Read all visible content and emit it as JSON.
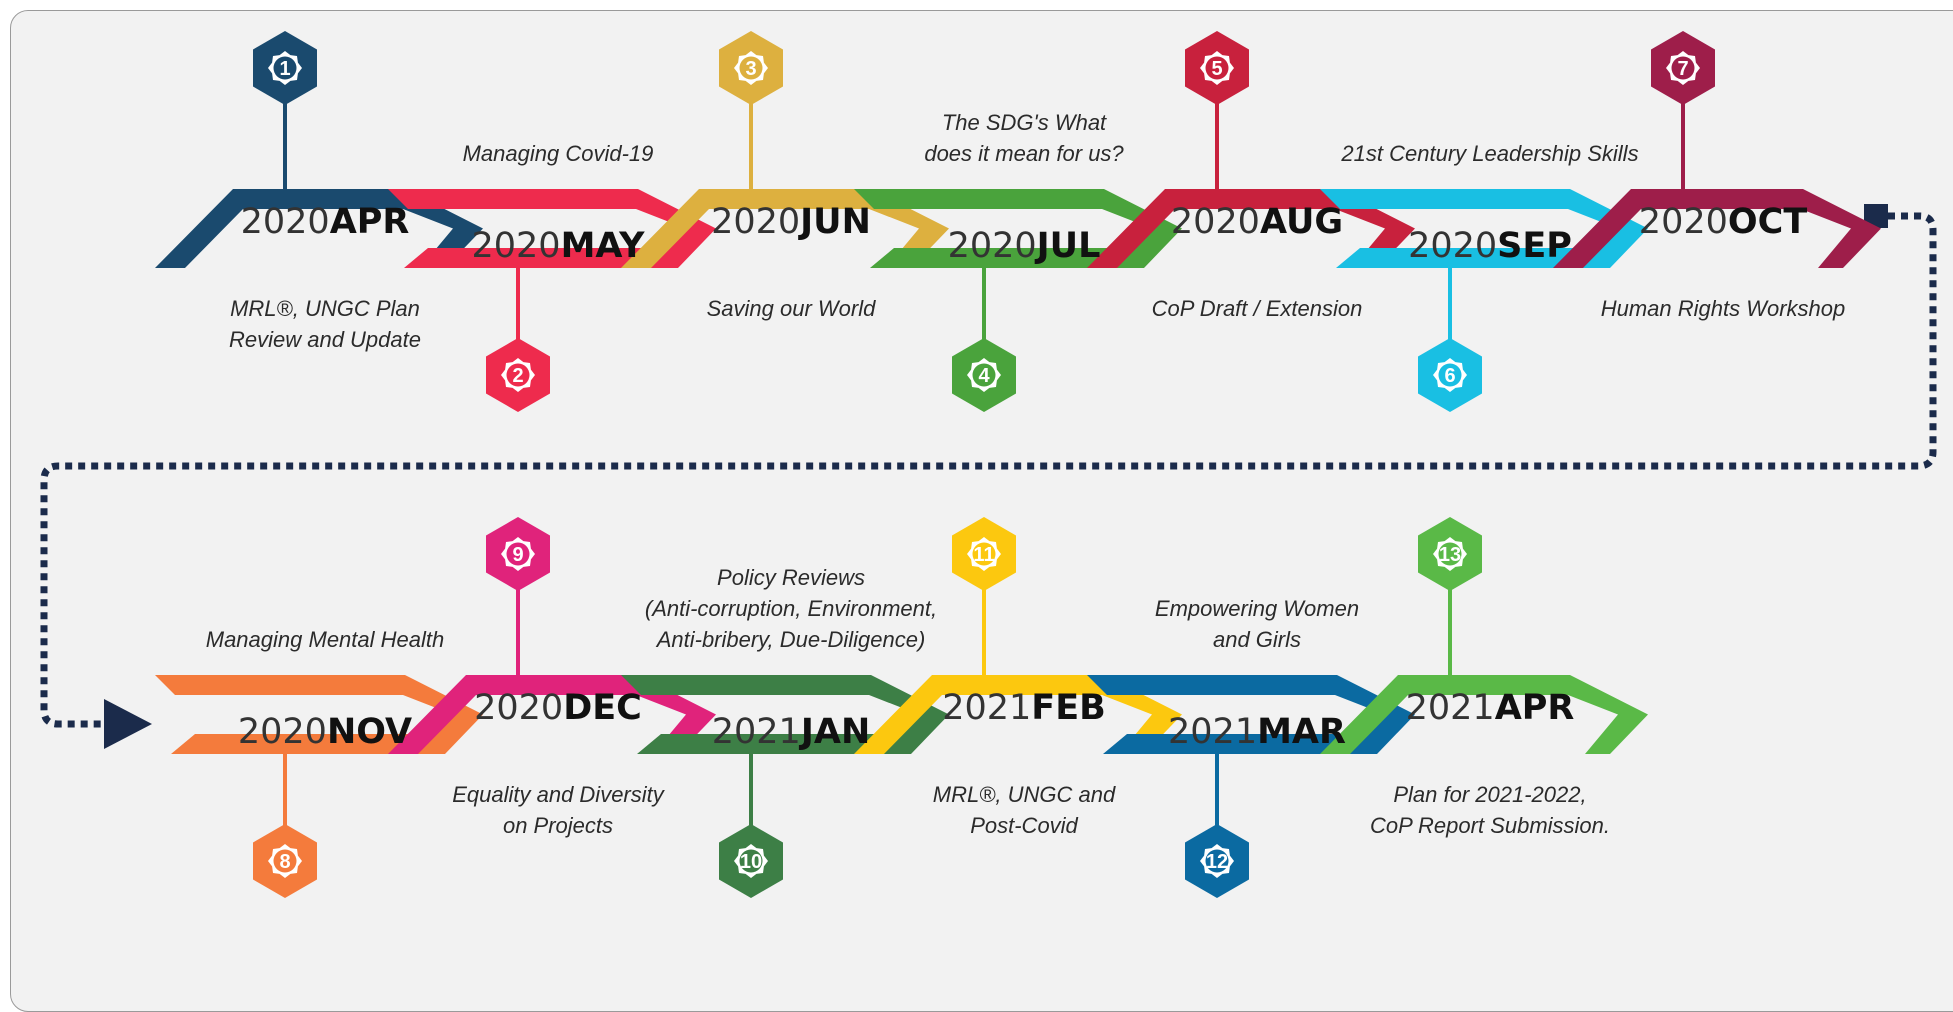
{
  "colors": {
    "background": "#f2f2f2",
    "frame_border": "#9a9a9a",
    "connector": "#1b2b4b",
    "text": "#2b2b2b"
  },
  "milestones": [
    {
      "number": "1",
      "year": "2020",
      "month": "APR",
      "color": "#1a4a6e",
      "row": 1,
      "label": "MRL®, UNGC Plan\nReview and Update"
    },
    {
      "number": "2",
      "year": "2020",
      "month": "MAY",
      "color": "#ee2b4d",
      "row": 1,
      "label": "Managing Covid-19"
    },
    {
      "number": "3",
      "year": "2020",
      "month": "JUN",
      "color": "#ddb03f",
      "row": 1,
      "label": "Saving our World"
    },
    {
      "number": "4",
      "year": "2020",
      "month": "JUL",
      "color": "#4aa33c",
      "row": 1,
      "label": "The SDG's What\ndoes it mean for us?"
    },
    {
      "number": "5",
      "year": "2020",
      "month": "AUG",
      "color": "#c8213d",
      "row": 1,
      "label": "CoP Draft / Extension"
    },
    {
      "number": "6",
      "year": "2020",
      "month": "SEP",
      "color": "#19bfe3",
      "row": 1,
      "label": "21st Century Leadership Skills"
    },
    {
      "number": "7",
      "year": "2020",
      "month": "OCT",
      "color": "#9e1e4a",
      "row": 1,
      "label": "Human Rights Workshop"
    },
    {
      "number": "8",
      "year": "2020",
      "month": "NOV",
      "color": "#f47b3c",
      "row": 2,
      "label": "Managing Mental Health"
    },
    {
      "number": "9",
      "year": "2020",
      "month": "DEC",
      "color": "#e0237b",
      "row": 2,
      "label": "Equality and Diversity\non Projects"
    },
    {
      "number": "10",
      "year": "2021",
      "month": "JAN",
      "color": "#3d7f46",
      "row": 2,
      "label": "Policy Reviews\n(Anti-corruption, Environment,\nAnti-bribery, Due-Diligence)"
    },
    {
      "number": "11",
      "year": "2021",
      "month": "FEB",
      "color": "#fcc80f",
      "row": 2,
      "label": "MRL®, UNGC and\nPost-Covid"
    },
    {
      "number": "12",
      "year": "2021",
      "month": "MAR",
      "color": "#0b6aa1",
      "row": 2,
      "label": "Empowering Women\nand Girls"
    },
    {
      "number": "13",
      "year": "2021",
      "month": "APR",
      "color": "#5ab947",
      "row": 2,
      "label": "Plan for 2021-2022,\nCoP Report Submission."
    }
  ]
}
